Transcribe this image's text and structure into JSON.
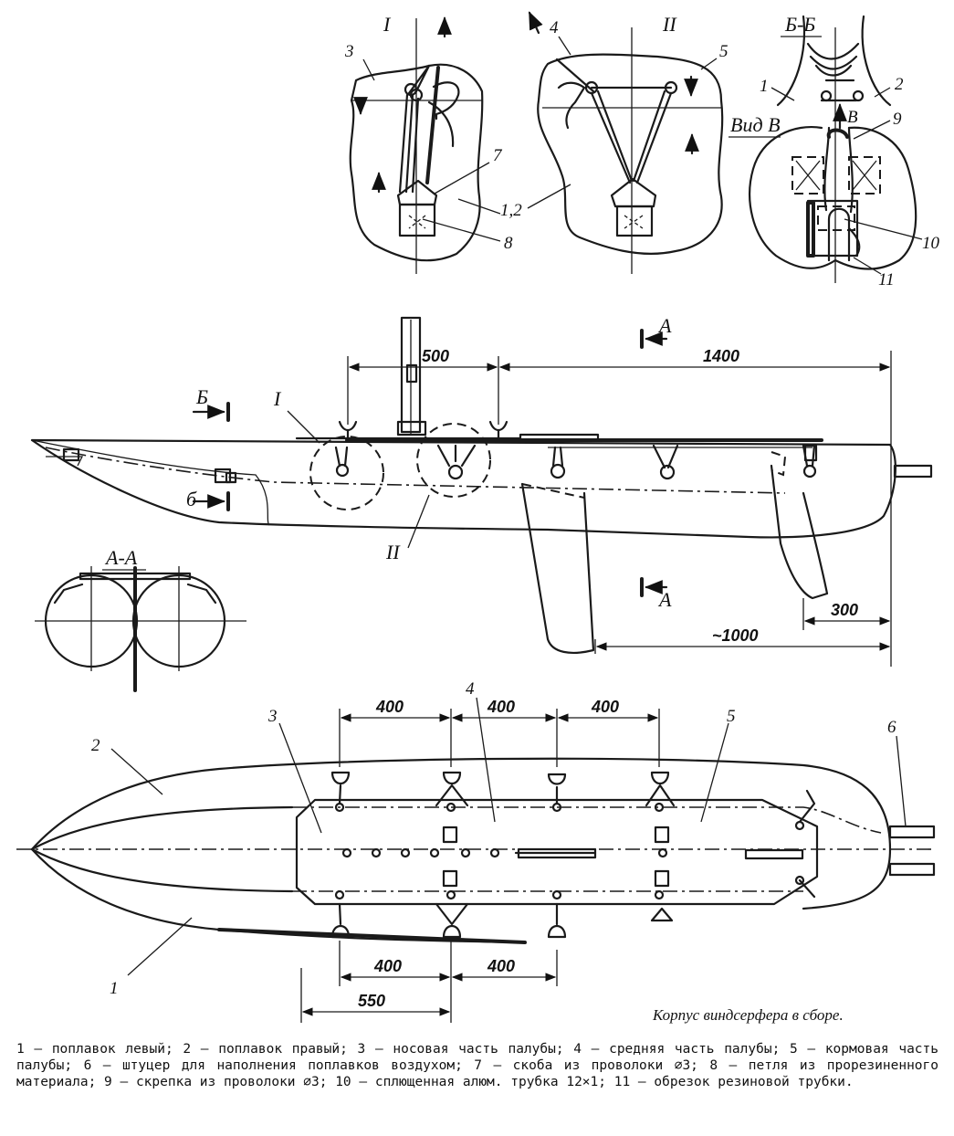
{
  "caption": "Корпус виндсерфера в сборе.",
  "legend": "1 — поплавок левый; 2 — поплавок правый; 3 — носовая часть палубы; 4 — средняя часть палубы; 5 — кормовая часть палубы; 6 — штуцер для наполнения поплавков воздухом; 7 — скоба из проволоки ∅3; 8 — петля из прорезиненного материала; 9 — скрепка из проволоки ∅3; 10 — сплющенная алюм. трубка 12×1; 11 — обрезок резиновой трубки.",
  "details": {
    "detail_I": {
      "title": "I",
      "labels": [
        "3",
        "7",
        "1,2",
        "8"
      ]
    },
    "detail_II": {
      "title": "II",
      "labels": [
        "4",
        "5"
      ]
    },
    "section_BB": {
      "title": "Б-Б",
      "view_title": "Вид В",
      "view_letter": "В",
      "labels": [
        "1",
        "2",
        "9",
        "10",
        "11"
      ]
    }
  },
  "side_view": {
    "section_marks": [
      "А",
      "А",
      "Б",
      "б"
    ],
    "detail_marks": [
      "I",
      "II"
    ],
    "dimensions": [
      "500",
      "1400",
      "300",
      "~1000"
    ],
    "section_AA_title": "А-А"
  },
  "plan_view": {
    "labels": [
      "1",
      "2",
      "3",
      "4",
      "5",
      "6"
    ],
    "top_dimensions": [
      "400",
      "400",
      "400"
    ],
    "bottom_dimensions": [
      "400",
      "400",
      "550"
    ]
  }
}
